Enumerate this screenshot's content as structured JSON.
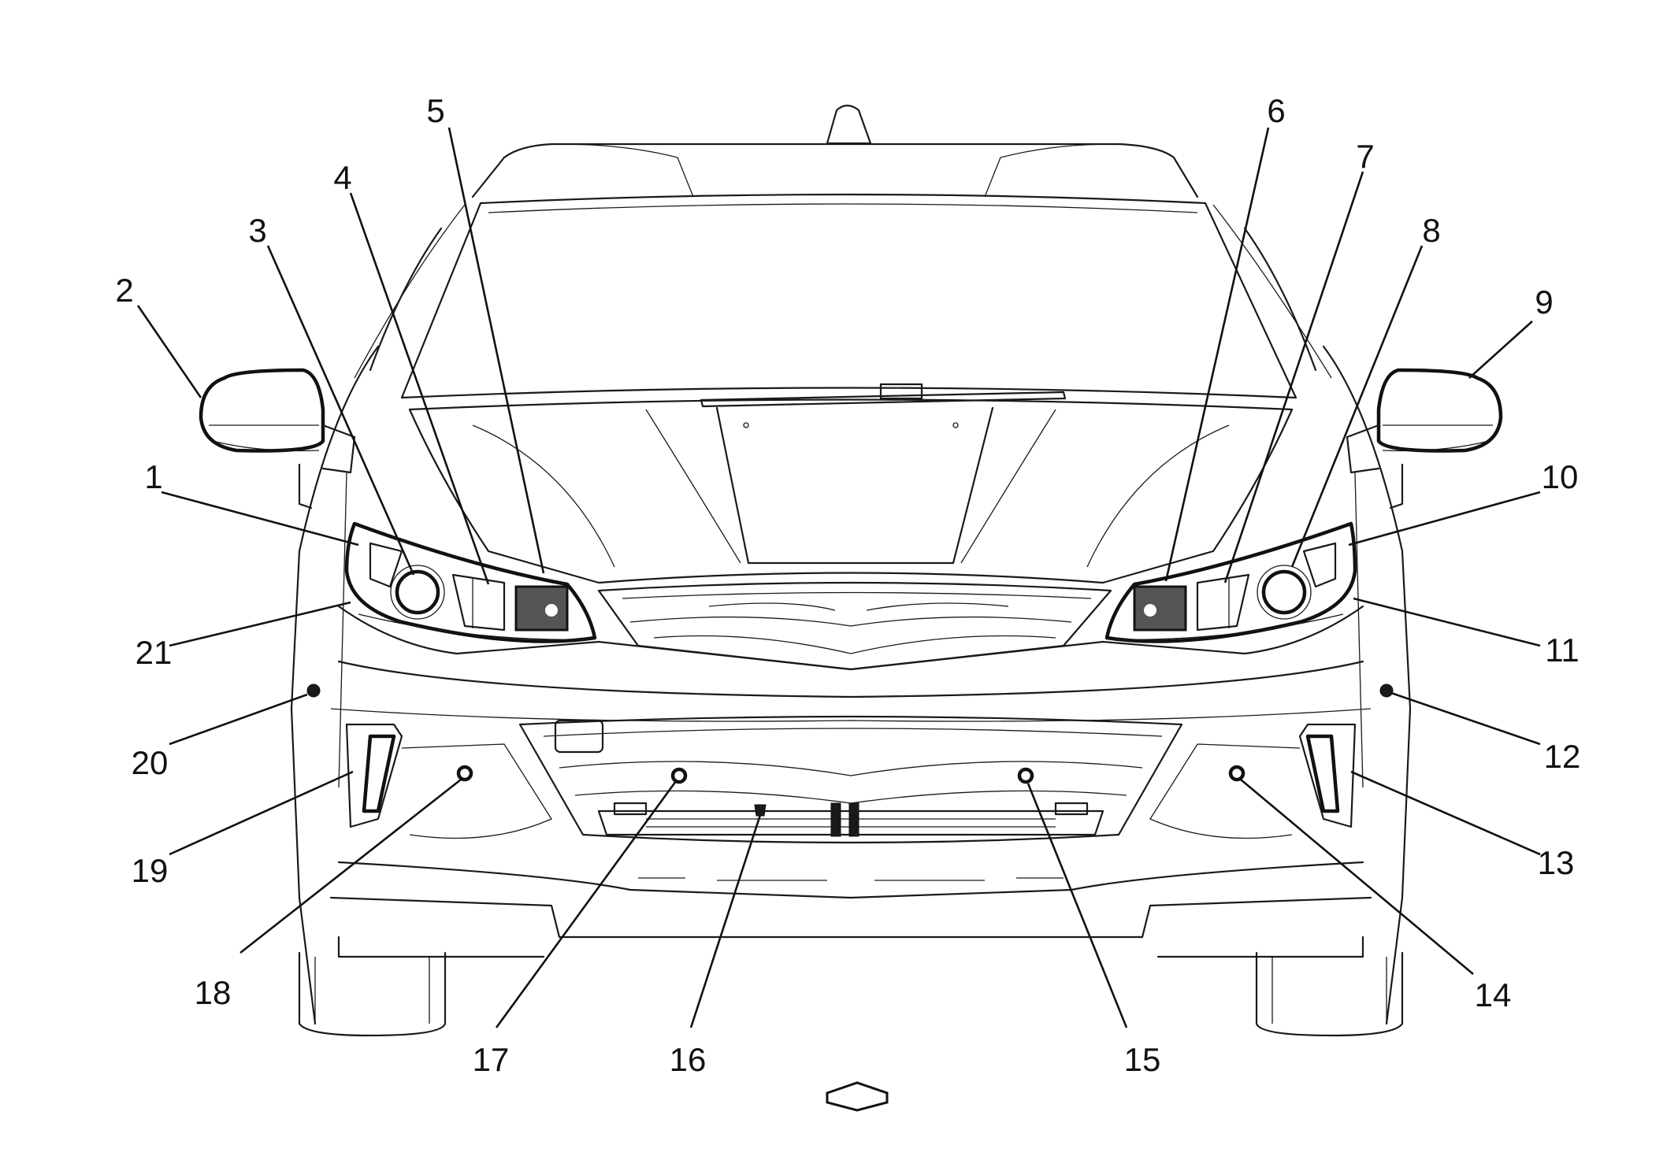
{
  "callouts": [
    {
      "id": "1",
      "label": "1"
    },
    {
      "id": "2",
      "label": "2"
    },
    {
      "id": "3",
      "label": "3"
    },
    {
      "id": "4",
      "label": "4"
    },
    {
      "id": "5",
      "label": "5"
    },
    {
      "id": "6",
      "label": "6"
    },
    {
      "id": "7",
      "label": "7"
    },
    {
      "id": "8",
      "label": "8"
    },
    {
      "id": "9",
      "label": "9"
    },
    {
      "id": "10",
      "label": "10"
    },
    {
      "id": "11",
      "label": "11"
    },
    {
      "id": "12",
      "label": "12"
    },
    {
      "id": "13",
      "label": "13"
    },
    {
      "id": "14",
      "label": "14"
    },
    {
      "id": "15",
      "label": "15"
    },
    {
      "id": "16",
      "label": "16"
    },
    {
      "id": "17",
      "label": "17"
    },
    {
      "id": "18",
      "label": "18"
    },
    {
      "id": "19",
      "label": "19"
    },
    {
      "id": "20",
      "label": "20"
    },
    {
      "id": "21",
      "label": "21"
    }
  ],
  "direction_indicator": {
    "icon": "forward-arrow-icon"
  }
}
